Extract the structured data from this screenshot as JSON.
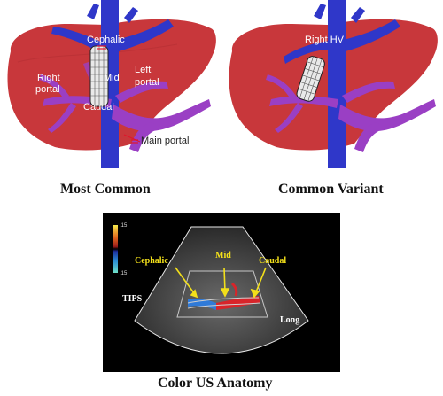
{
  "panels": {
    "most_common": {
      "caption": "Most Common",
      "labels": {
        "cephalic": "Cephalic",
        "mid": "Mid",
        "caudal": "Caudal",
        "right_portal_1": "Right",
        "right_portal_2": "portal",
        "left_portal_1": "Left",
        "left_portal_2": "portal",
        "main_portal": "Main portal"
      }
    },
    "common_variant": {
      "caption": "Common Variant",
      "labels": {
        "right_hv": "Right HV"
      }
    },
    "color_us": {
      "caption": "Color US Anatomy",
      "labels": {
        "scale_top": ".15",
        "scale_bottom": ".15",
        "cephalic": "Cephalic",
        "mid": "Mid",
        "caudal": "Caudal",
        "tips": "TIPS",
        "long": "Long"
      }
    }
  },
  "colors": {
    "liver": "#c8373b",
    "hepatic_vein": "#2f37c9",
    "portal_vein": "#9a3fc4",
    "annotation_yellow": "#f3e01a"
  }
}
